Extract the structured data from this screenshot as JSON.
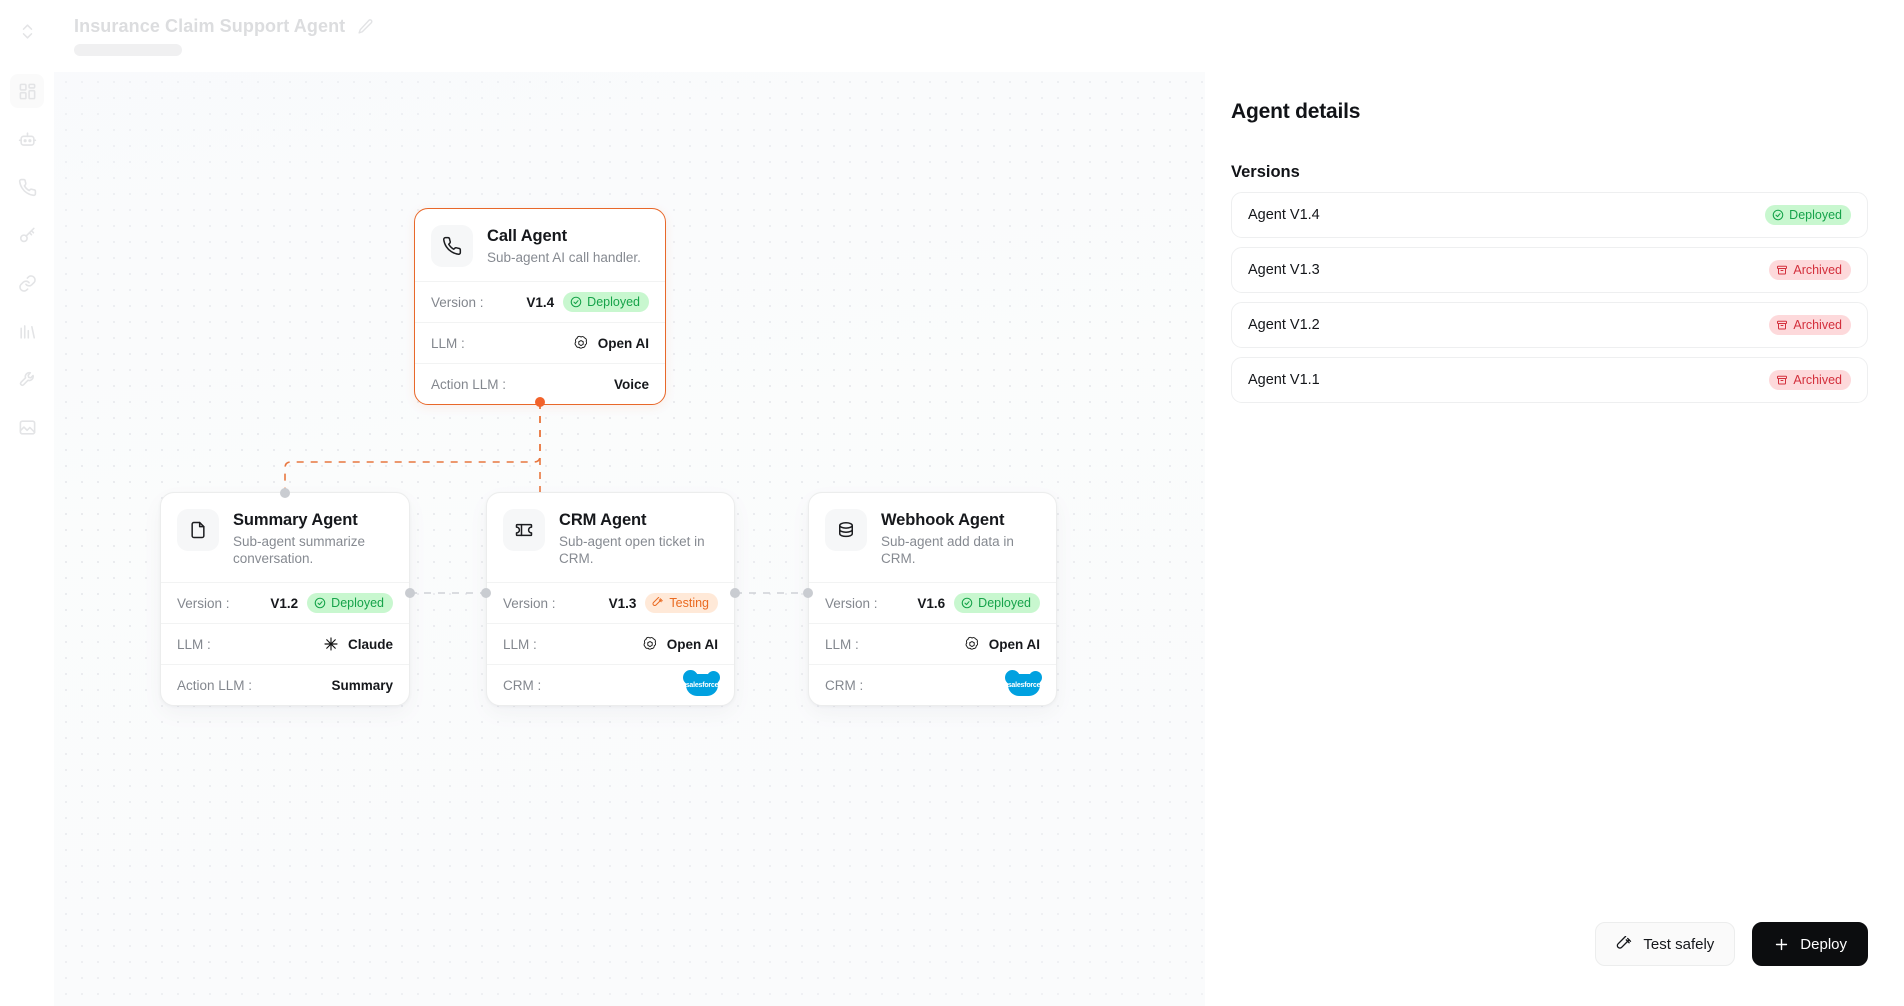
{
  "header": {
    "title": "Insurance Claim Support Agent",
    "edit_icon": "pencil-edit-icon"
  },
  "sidebar": {
    "items": [
      {
        "icon": "chevron-up-down-icon",
        "name": "collapse-toggle",
        "active": false
      },
      {
        "icon": "dashboard-grid-icon",
        "name": "dashboard",
        "active": true
      },
      {
        "icon": "robot-agent-icon",
        "name": "agents",
        "active": false
      },
      {
        "icon": "phone-call-icon",
        "name": "calls",
        "active": false
      },
      {
        "icon": "key-icon",
        "name": "api-keys",
        "active": false
      },
      {
        "icon": "link-chain-icon",
        "name": "integrations",
        "active": false
      },
      {
        "icon": "bar-chart-icon",
        "name": "analytics",
        "active": false
      },
      {
        "icon": "wrench-icon",
        "name": "tools",
        "active": false
      },
      {
        "icon": "image-placeholder-icon",
        "name": "media",
        "active": false
      }
    ]
  },
  "canvas": {
    "nodes": [
      {
        "id": "call",
        "icon": "phone-call-icon",
        "title": "Call Agent",
        "description": "Sub-agent AI call handler.",
        "selected": true,
        "rows": [
          {
            "label": "Version :",
            "value": "V1.4",
            "badge": {
              "text": "Deployed",
              "type": "deployed",
              "icon": "check-circle-icon"
            }
          },
          {
            "label": "LLM :",
            "value": "Open AI",
            "brand": "openai-logo-icon"
          },
          {
            "label": "Action LLM :",
            "value": "Voice"
          }
        ]
      },
      {
        "id": "summary",
        "icon": "document-file-icon",
        "title": "Summary Agent",
        "description": "Sub-agent summarize conversation.",
        "selected": false,
        "rows": [
          {
            "label": "Version :",
            "value": "V1.2",
            "badge": {
              "text": "Deployed",
              "type": "deployed",
              "icon": "check-circle-icon"
            }
          },
          {
            "label": "LLM :",
            "value": "Claude",
            "brand": "claude-asterisk-icon"
          },
          {
            "label": "Action LLM :",
            "value": "Summary"
          }
        ]
      },
      {
        "id": "crm",
        "icon": "ticket-icon",
        "title": "CRM Agent",
        "description": "Sub-agent open ticket in CRM.",
        "selected": false,
        "rows": [
          {
            "label": "Version :",
            "value": "V1.3",
            "badge": {
              "text": "Testing",
              "type": "testing",
              "icon": "test-tube-icon"
            }
          },
          {
            "label": "LLM :",
            "value": "Open AI",
            "brand": "openai-logo-icon"
          },
          {
            "label": "CRM :",
            "value": "",
            "brand": "salesforce-logo-icon",
            "brand_label": "salesforce"
          }
        ]
      },
      {
        "id": "webhook",
        "icon": "database-icon",
        "title": "Webhook Agent",
        "description": "Sub-agent add data in CRM.",
        "selected": false,
        "rows": [
          {
            "label": "Version :",
            "value": "V1.6",
            "badge": {
              "text": "Deployed",
              "type": "deployed",
              "icon": "check-circle-icon"
            }
          },
          {
            "label": "LLM :",
            "value": "Open AI",
            "brand": "openai-logo-icon"
          },
          {
            "label": "CRM :",
            "value": "",
            "brand": "salesforce-logo-icon",
            "brand_label": "salesforce"
          }
        ]
      }
    ]
  },
  "panel": {
    "title": "Agent details",
    "versions_title": "Versions",
    "versions": [
      {
        "name": "Agent V1.4",
        "status": "Deployed",
        "type": "deployed",
        "icon": "check-circle-icon"
      },
      {
        "name": "Agent V1.3",
        "status": "Archived",
        "type": "archived",
        "icon": "archive-box-icon"
      },
      {
        "name": "Agent V1.2",
        "status": "Archived",
        "type": "archived",
        "icon": "archive-box-icon"
      },
      {
        "name": "Agent V1.1",
        "status": "Archived",
        "type": "archived",
        "icon": "archive-box-icon"
      }
    ]
  },
  "footer": {
    "test_label": "Test safely",
    "test_icon": "test-tube-icon",
    "deploy_label": "Deploy",
    "deploy_icon": "plus-icon"
  },
  "colors": {
    "accent_orange": "#f2622a",
    "deployed_green": "#16a34a",
    "deployed_bg": "#c8f7cf",
    "testing_orange": "#ea6a21",
    "testing_bg": "#ffe9d8",
    "archived_red": "#d32f3c",
    "archived_bg": "#fdd9db",
    "salesforce_blue": "#00a1e0",
    "primary_button": "#0c0d0f"
  }
}
